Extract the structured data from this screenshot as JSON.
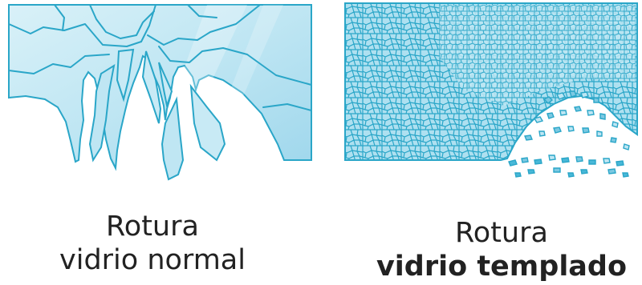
{
  "colors": {
    "glass_light": "#d6f0f8",
    "glass_mid": "#a8dcef",
    "glass_edge": "#2aa6c8",
    "fragment": "#48b8d8",
    "background": "#ffffff"
  },
  "normal": {
    "caption_line1": "Rotura",
    "caption_line2": "vidrio normal"
  },
  "tempered": {
    "caption_line1": "Rotura",
    "caption_line2": "vidrio templado"
  }
}
